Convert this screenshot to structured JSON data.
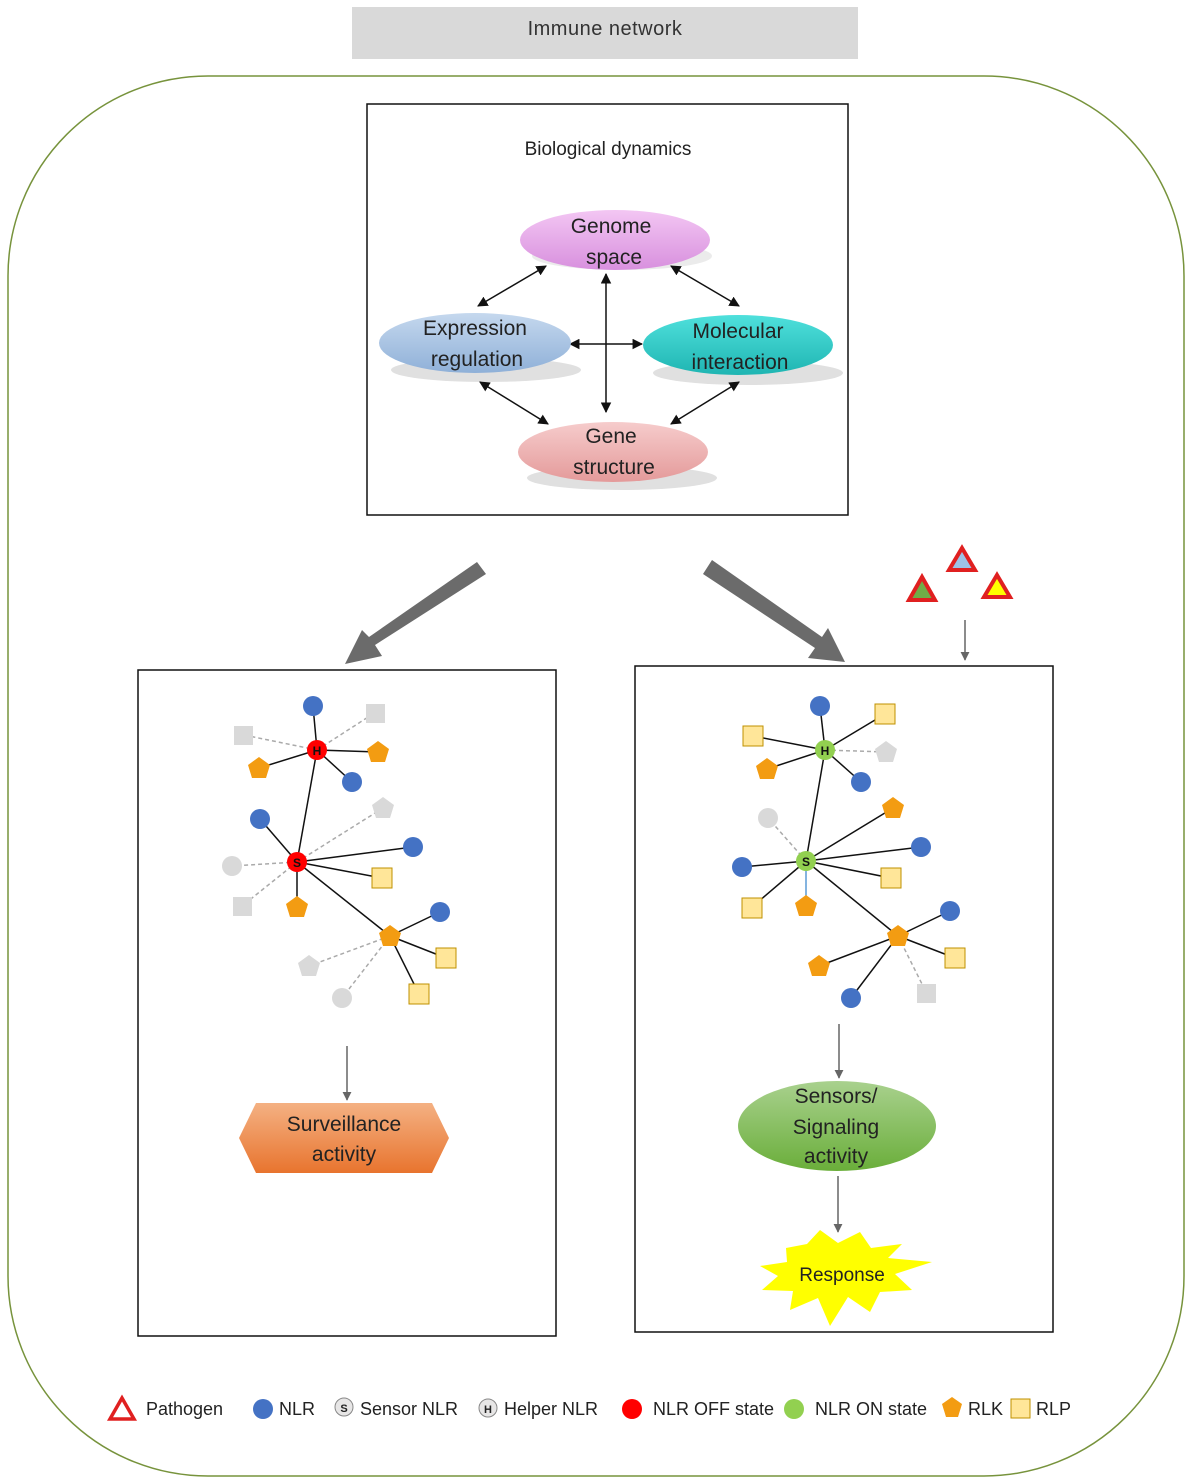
{
  "title": "Immune network",
  "dynamics": {
    "heading": "Biological dynamics",
    "genome": [
      "Genome",
      "space"
    ],
    "expression": [
      "Expression",
      "regulation"
    ],
    "molecular": [
      "Molecular",
      "interaction"
    ],
    "gene": [
      "Gene",
      "structure"
    ]
  },
  "left_panel": {
    "outcome": [
      "Surveillance",
      "activity"
    ]
  },
  "right_panel": {
    "outcome": [
      "Sensors/",
      "Signaling",
      "activity"
    ],
    "response": "Response"
  },
  "node_marks": {
    "helper": "H",
    "sensor": "S"
  },
  "legend": {
    "pathogen": "Pathogen",
    "nlr": "NLR",
    "sensor_nlr": "Sensor NLR",
    "helper_nlr": "Helper NLR",
    "nlr_off": "NLR OFF state",
    "nlr_on": "NLR ON state",
    "rlk": "RLK",
    "rlp": "RLP"
  },
  "colors": {
    "frame": "#77933c",
    "nlr": "#4472c4",
    "off": "#ff0000",
    "on": "#92d050",
    "rlk": "#f39c12",
    "rlp": "#ffe699",
    "inactive": "#d9d9d9",
    "pathogen": "#e02020"
  }
}
